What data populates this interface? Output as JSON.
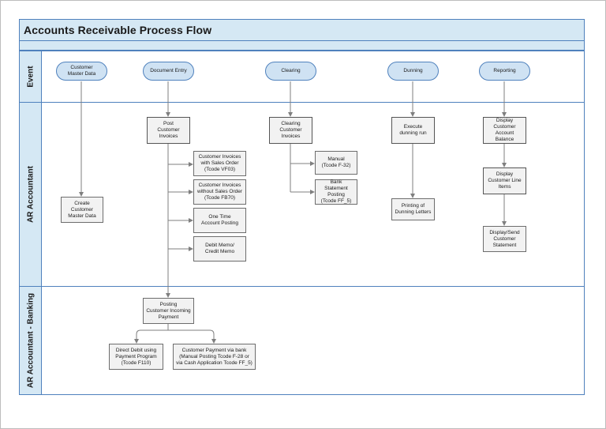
{
  "title": "Accounts Receivable Process Flow",
  "lanes": {
    "event": "Event",
    "ar_accountant": "AR Accountant",
    "ar_banking": "AR Accountant - Banking"
  },
  "events": {
    "customer_master_data": "Customer\nMaster Data",
    "document_entry": "Document Entry",
    "clearing": "Clearing",
    "dunning": "Dunning",
    "reporting": "Reporting"
  },
  "steps": {
    "create_customer_master_data": "Create\nCustomer\nMaster Data",
    "post_customer_invoices": "Post\nCustomer\nInvoices",
    "invoices_with_sales_order": "Customer Invoices\nwith Sales Order\n(Tcode VF03)",
    "invoices_without_sales_order": "Customer Invoices\nwithout Sales Order\n(Tcode FB70)",
    "one_time_account_posting": "One Time\nAccount Posting",
    "debit_credit_memo": "Debit Memo/\nCredit Memo",
    "clearing_customer_invoices": "Clearing\nCustomer\nInvoices",
    "manual": "Manual\n(Tcode F-32)",
    "bank_statement_posting": "Bank Statement\nPosting\n(Tcode FF_5)",
    "execute_dunning_run": "Execute\ndunning run",
    "printing_dunning_letters": "Printing of\nDunning Letters",
    "display_customer_account_balance": "Display\nCustomer\nAccount Balance",
    "display_customer_line_items": "Display\nCustomer Line\nItems",
    "display_send_customer_statement": "Display/Send\nCustomer\nStatement",
    "posting_customer_incoming_payment": "Posting\nCustomer Incoming\nPayment",
    "direct_debit": "Direct Debit using\nPayment Program\n(Tcode F110)",
    "customer_payment_via_bank": "Customer Payment via bank\n(Manual Posting Tcode F-28 or\nvia Cash Application Tcode FF_5)"
  },
  "colors": {
    "lane_fill": "#d5e8f4",
    "lane_border": "#4f81bd",
    "event_fill": "#cfe2f3",
    "box_fill": "#f2f2f2",
    "connector": "#7f7f7f"
  }
}
